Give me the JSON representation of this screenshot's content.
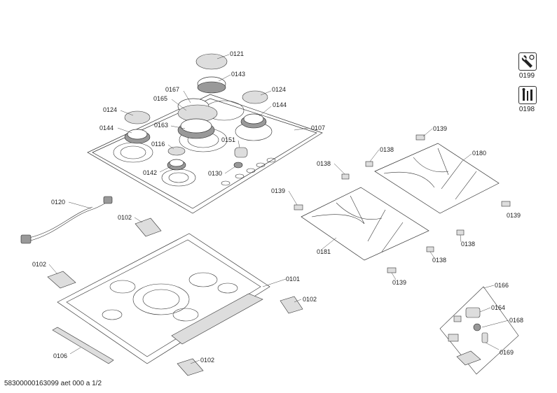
{
  "labels": {
    "l0121": "0121",
    "l0143": "0143",
    "l0167": "0167",
    "l0124a": "0124",
    "l0165": "0165",
    "l0124b": "0124",
    "l0144a": "0144",
    "l0144b": "0144",
    "l0163": "0163",
    "l0107": "0107",
    "l0116": "0116",
    "l0151": "0151",
    "l0142": "0142",
    "l0130": "0130",
    "l0139a": "0139",
    "l0138a": "0138",
    "l0180": "0180",
    "l0138b": "0138",
    "l0139b": "0139",
    "l0139c": "0139",
    "l0181": "0181",
    "l0138c": "0138",
    "l0138d": "0138",
    "l0139d": "0139",
    "l0120": "0120",
    "l0102a": "0102",
    "l0102b": "0102",
    "l0101": "0101",
    "l0102c": "0102",
    "l0106": "0106",
    "l0102d": "0102",
    "l0166": "0166",
    "l0164": "0164",
    "l0168": "0168",
    "l0169": "0169"
  },
  "tools": {
    "t0199": "0199",
    "t0198": "0198"
  },
  "footer": "58300000163099 aet 000 a 1/2"
}
